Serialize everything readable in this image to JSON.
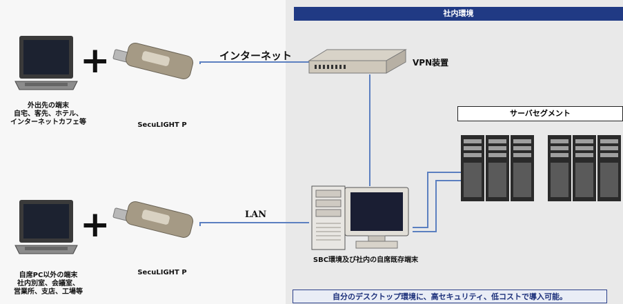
{
  "header": {
    "title": "社内環境"
  },
  "footer": {
    "text": "自分のデスクトップ環境に、高セキュリティ、低コストで導入可能。"
  },
  "server_segment": {
    "title": "サーバセグメント"
  },
  "links": {
    "internet": "インターネット",
    "lan": "LAN"
  },
  "vpn": {
    "label": "VPN装置"
  },
  "top_row": {
    "terminal_lines": [
      "外出先の端末",
      "自宅、客先、ホテル、",
      "インターネットカフェ等"
    ],
    "key_label": "SecuLIGHT P"
  },
  "bottom_row": {
    "terminal_lines": [
      "自席PC以外の端末",
      "社内別室、会議室、",
      "営業所、支店、工場等"
    ],
    "key_label": "SecuLIGHT P"
  },
  "sbc": {
    "label": "SBC環境及び社内の自席既存端末"
  },
  "plus_sign": "+",
  "colors": {
    "header": "#203a84",
    "zone": "#e9e9e9",
    "line": "#5b7fc0"
  }
}
